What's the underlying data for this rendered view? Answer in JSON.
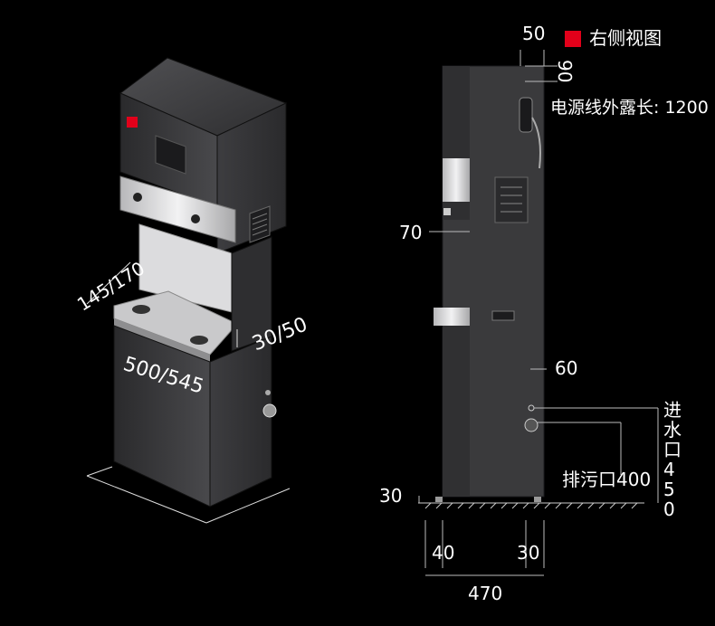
{
  "legend": {
    "swatch_color": "#e2001a",
    "text": "右侧视图"
  },
  "labels": {
    "top_width": "50",
    "top_depth": "90",
    "cord": "电源线外露长: 1200",
    "tap_offset": "70",
    "inlet_offset": "60",
    "inlet": "进水口 450",
    "drain": "排污口400",
    "base_height": "30",
    "foot_left": "40",
    "foot_right": "30",
    "total_depth": "470",
    "left_width": "145/170",
    "front_width": "500/545",
    "tray_depth": "30/50"
  },
  "colors": {
    "cabinet": "#3a3a3c",
    "steel": "#cfcfd1",
    "accent_red": "#e2001a"
  },
  "icons": [
    "brand-logo-icon",
    "display-panel-icon",
    "vent-grille-icon",
    "drip-tray-icon",
    "knob-icon"
  ]
}
